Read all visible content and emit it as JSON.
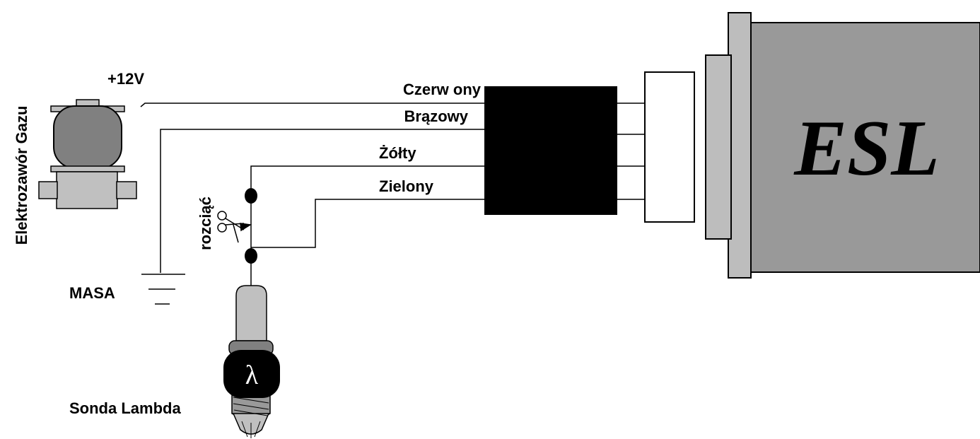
{
  "labels": {
    "valve": "Elektrozawór Gazu",
    "plus12v": "+12V",
    "ground": "MASA",
    "cut": "rozciąć",
    "lambda_sensor": "Sonda Lambda",
    "lambda_symbol": "λ",
    "ecu": "ESL"
  },
  "wires": [
    {
      "label": "Czerw ony"
    },
    {
      "label": "Brązowy"
    },
    {
      "label": "Żółty"
    },
    {
      "label": "Zielony"
    }
  ],
  "colors": {
    "valve_body": "#808080",
    "valve_metal": "#c0c0c0",
    "ecu_body": "#999999",
    "ecu_frame": "#bdbdbd",
    "connector_block": "#000000",
    "wire": "#000000"
  }
}
